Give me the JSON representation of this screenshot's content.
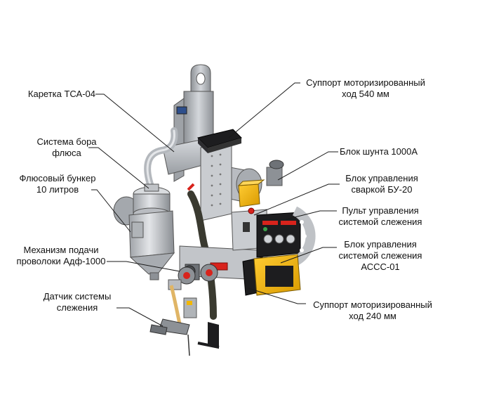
{
  "labels": {
    "carriage": {
      "lines": [
        "Каретка ТСА-04"
      ]
    },
    "flux_system": {
      "lines": [
        "Система бора",
        "флюса"
      ]
    },
    "flux_bunker": {
      "lines": [
        "Флюсовый бункер",
        "10 литров"
      ]
    },
    "wire_feed": {
      "lines": [
        "Механизм подачи",
        "проволоки Адф-1000"
      ]
    },
    "tracking_sensor": {
      "lines": [
        "Датчик системы",
        "слежения"
      ]
    },
    "support_540": {
      "lines": [
        "Суппорт моторизированный",
        "ход 540 мм"
      ]
    },
    "shunt_block": {
      "lines": [
        "Блок шунта 1000А"
      ]
    },
    "weld_control": {
      "lines": [
        "Блок управления",
        "сваркой БУ-20"
      ]
    },
    "tracking_panel": {
      "lines": [
        "Пульт управления",
        "системой слежения"
      ]
    },
    "assc_block": {
      "lines": [
        "Блок управления",
        "системой слежения",
        "АССС-01"
      ]
    },
    "support_240": {
      "lines": [
        "Суппорт моторизированный",
        "ход 240 мм"
      ]
    }
  },
  "colors": {
    "steel_light": "#c9ccd0",
    "steel_mid": "#a4a8ad",
    "steel_dark": "#6e7277",
    "black_part": "#1d1d1f",
    "yellow_part": "#f2b705",
    "red_part": "#d8231c",
    "hose_color": "#3a3a30"
  }
}
